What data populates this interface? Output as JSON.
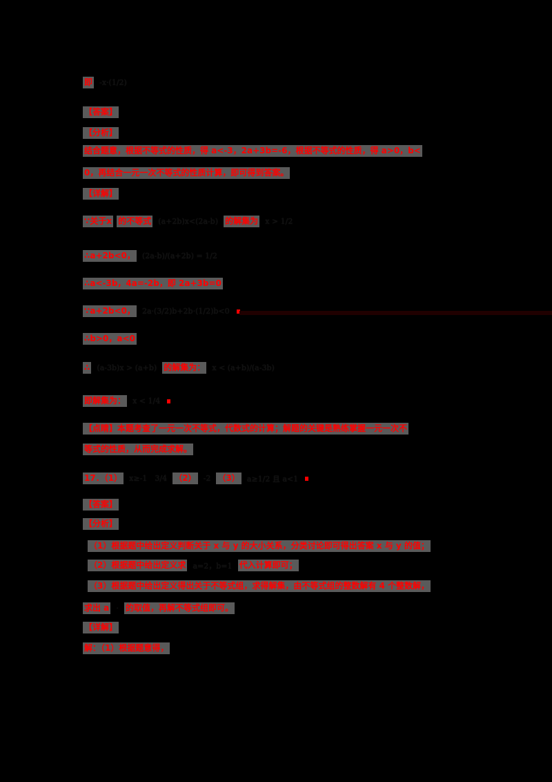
{
  "colors": {
    "background": "#000000",
    "text": "#ff0000",
    "highlight": "#5a5a5a",
    "math": "#111111"
  },
  "content": {
    "line01": {
      "prefix": "即",
      "math": "-x·(1/2)"
    },
    "line02": {
      "label": "【答案】"
    },
    "line03": {
      "label": "【分析】"
    },
    "line04": {
      "text": "结合题意，根据不等式的性质，得 a<-3，2a+3b=-6，根据不等式的性质，得 a>0，b<"
    },
    "line05": {
      "text": "0，再结合一元一次不等式的性质计算，即可得到答案。"
    },
    "line06": {
      "label": "【详解】"
    },
    "line07": {
      "seg1": "∵关于x",
      "seg2": "的不等式",
      "math1": "(a+2b)x<(2a-b)",
      "seg3": "的解集为",
      "math2": "x > 1/2"
    },
    "line08": {
      "seg1": "∴a+2b<0，",
      "math": "(2a-b)/(a+2b) = 1/2"
    },
    "line09": {
      "text": "∴a<-3b，4a=-2b，即 2a+3b=0"
    },
    "line10": {
      "seg1": "∵a+2b<0，",
      "math": "2a·(3/2)b+2b·(1/2)b<0"
    },
    "line11": {
      "text": "∴b>0，a<0"
    },
    "line12": {
      "seg1": "∴",
      "math1": "(a-3b)x > (a+b)",
      "seg2": "的解集为：",
      "math2": "x < (a+b)/(a-3b)"
    },
    "line13": {
      "seg1": "即解集为：",
      "math": "x < 1/4"
    },
    "line14": {
      "text": "【点睛】本题考查了一元一次不等式，代数式的计算；解题的关键是熟练掌握一元一次不"
    },
    "line15": {
      "text": "等式的性质，从而完成求解。"
    },
    "line16": {
      "seg1": "17．（1）",
      "math1": "x≥-1",
      "math2": "3/4",
      "seg2": "（2）",
      "math3": "-2",
      "seg3": "（3）",
      "math4": "a≥1/2 且 a<1"
    },
    "line17": {
      "label": "【答案】"
    },
    "line18": {
      "label": "【分析】"
    },
    "line19": {
      "text": "（1）根据题中给出定义判断关于 x 与 y 的大小关系，分类讨论即可得出答案 x 与 y 的值；"
    },
    "line20": {
      "seg1": "（2）根据题中给出定义求",
      "math": "a=2，b=1",
      "seg2": "代入计算即可；"
    },
    "line21": {
      "text": "（3）根据题中给出定义得出关于不等式组，求得解集，由不等式组的整数解有 4 个整数解，"
    },
    "line22": {
      "seg1": "求出 a",
      "math": "·",
      "seg2": "的取值，再解不等式组即可。"
    },
    "line23": {
      "label": "【详解】"
    },
    "line24": {
      "text": "解：（1）根据题意得，"
    }
  }
}
